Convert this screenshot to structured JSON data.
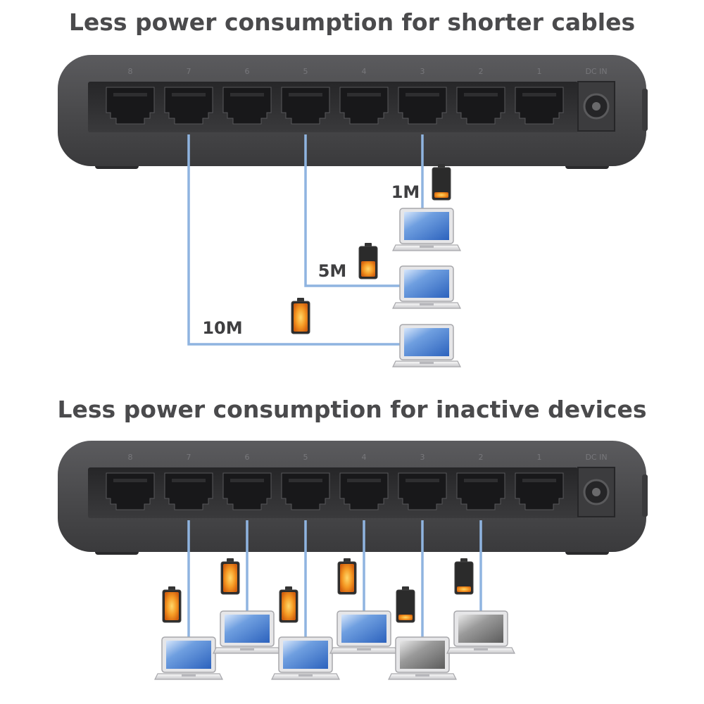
{
  "titles": {
    "top": "Less power consumption for shorter cables",
    "bottom": "Less power consumption for inactive devices"
  },
  "switch": {
    "port_labels": [
      "8",
      "7",
      "6",
      "5",
      "4",
      "3",
      "2",
      "1"
    ],
    "dc_label": "DC IN"
  },
  "colors": {
    "switch_body": "#4a4a4c",
    "port_panel": "#2f2f31",
    "cable": "#8fb4e0",
    "battery_fill": "#f28a1c",
    "battery_empty": "#2b2b2b",
    "screen_active": "#3a78cc",
    "screen_inactive": "#777777"
  },
  "panels": {
    "top": {
      "connections": [
        {
          "port": "3",
          "cable_label": "1M",
          "battery_level": 0.2,
          "device_state": "active"
        },
        {
          "port": "5",
          "cable_label": "5M",
          "battery_level": 0.55,
          "device_state": "active"
        },
        {
          "port": "7",
          "cable_label": "10M",
          "battery_level": 1.0,
          "device_state": "active"
        }
      ]
    },
    "bottom": {
      "connections": [
        {
          "port": "7",
          "battery_level": 1.0,
          "device_state": "active"
        },
        {
          "port": "6",
          "battery_level": 1.0,
          "device_state": "active"
        },
        {
          "port": "5",
          "battery_level": 1.0,
          "device_state": "active"
        },
        {
          "port": "4",
          "battery_level": 1.0,
          "device_state": "active"
        },
        {
          "port": "3",
          "battery_level": 0.2,
          "device_state": "inactive"
        },
        {
          "port": "2",
          "battery_level": 0.2,
          "device_state": "inactive"
        }
      ]
    }
  }
}
